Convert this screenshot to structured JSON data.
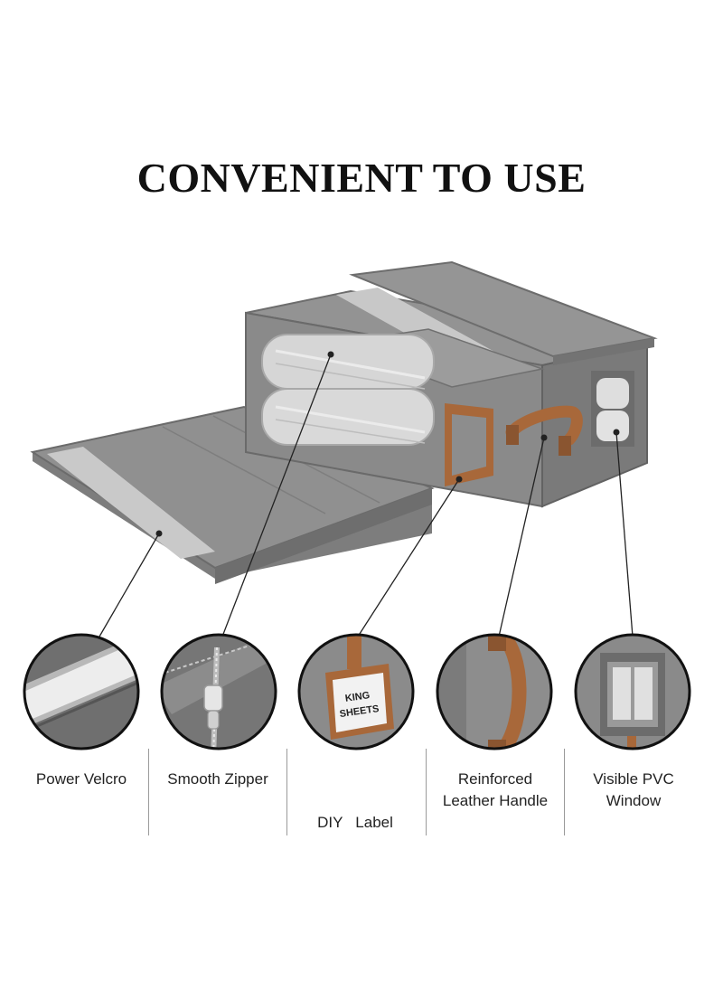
{
  "title": "CONVENIENT TO USE",
  "product": {
    "label_tag_text": [
      "KING",
      "SHEETS"
    ],
    "body_color": "#8e8e8e",
    "accent_leather": "#a8683a"
  },
  "features": [
    {
      "name": "velcro",
      "lines": [
        "Power Velcro"
      ]
    },
    {
      "name": "zipper",
      "lines": [
        "Smooth Zipper"
      ]
    },
    {
      "name": "label",
      "lines": [
        "DIY   Label"
      ]
    },
    {
      "name": "handle",
      "lines": [
        "Reinforced",
        "Leather Handle"
      ]
    },
    {
      "name": "window",
      "lines": [
        "Visible PVC",
        "Window"
      ]
    }
  ]
}
